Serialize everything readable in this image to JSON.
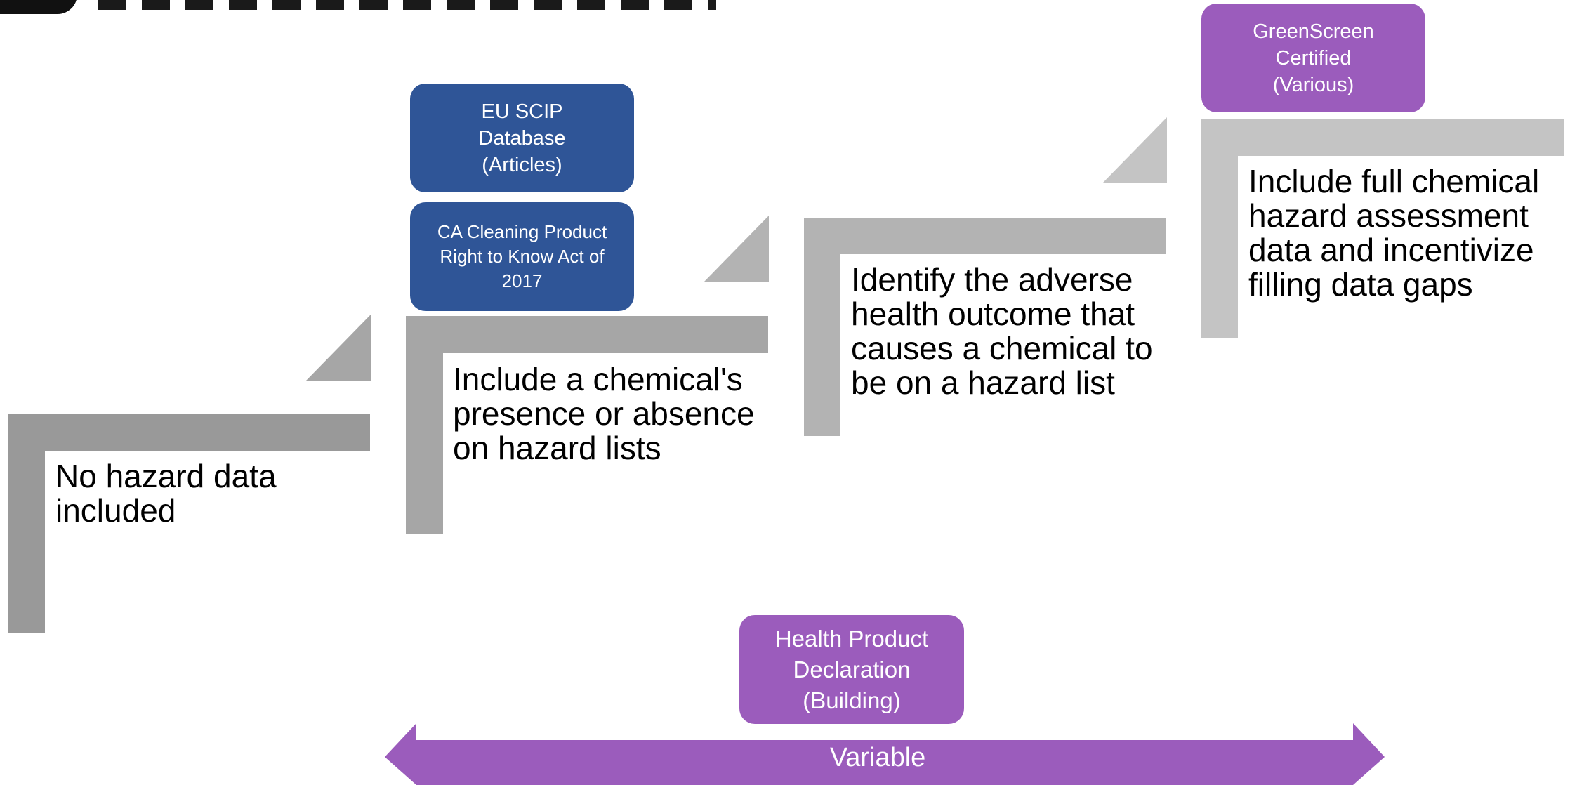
{
  "steps": [
    {
      "text": "No hazard data included"
    },
    {
      "text": "Include a chemical's presence or absence on hazard lists"
    },
    {
      "text": "Identify the adverse health outcome that causes a chemical to be on a hazard list"
    },
    {
      "text": "Include full chemical hazard assessment data and incentivize filling data gaps"
    }
  ],
  "examples": {
    "eu_scip": "EU SCIP Database (Articles)",
    "ca_cleaning": "CA Cleaning Product Right to Know Act of 2017",
    "greenscreen": "GreenScreen Certified (Various)",
    "hpd": "Health Product Declaration (Building)"
  },
  "arrow_label": "Variable",
  "colors": {
    "blue_box": "#2f5597",
    "purple": "#9b5cbc",
    "step1_gray": "#999999",
    "step2_gray": "#a6a6a6",
    "step3_gray": "#b3b3b3",
    "step4_gray": "#c4c4c4"
  }
}
